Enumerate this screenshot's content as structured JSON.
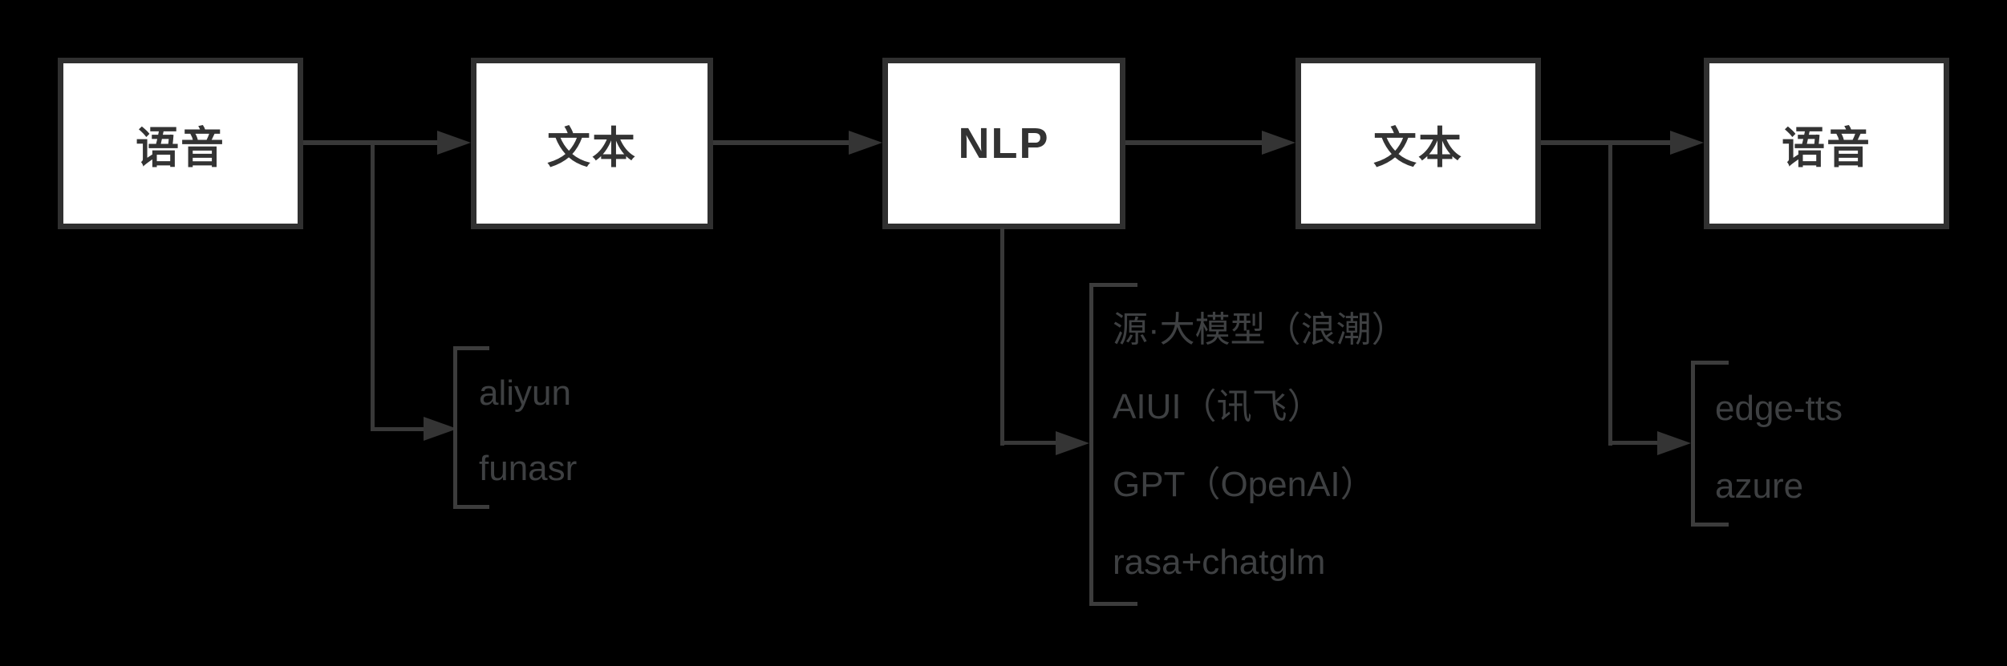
{
  "diagram": {
    "title": "voice-assistant-pipeline",
    "nodes": [
      {
        "label": "语音"
      },
      {
        "label": "文本"
      },
      {
        "label": "NLP"
      },
      {
        "label": "文本"
      },
      {
        "label": "语音"
      }
    ],
    "asr_options": {
      "items": [
        "aliyun",
        "funasr"
      ]
    },
    "nlp_options": {
      "items": [
        "源·大模型（浪潮）",
        "AIUI（讯飞）",
        "GPT（OpenAI）",
        "rasa+chatglm"
      ]
    },
    "tts_options": {
      "items": [
        "edge-tts",
        "azure"
      ]
    },
    "colors": {
      "background": "#000000",
      "node_fill": "#ffffff",
      "node_border": "#303030",
      "node_text": "#333333",
      "connector": "#383838",
      "arrow_head": "#343434",
      "bracket": "#3c3c3c",
      "annotation_text": "#3e4042"
    }
  }
}
